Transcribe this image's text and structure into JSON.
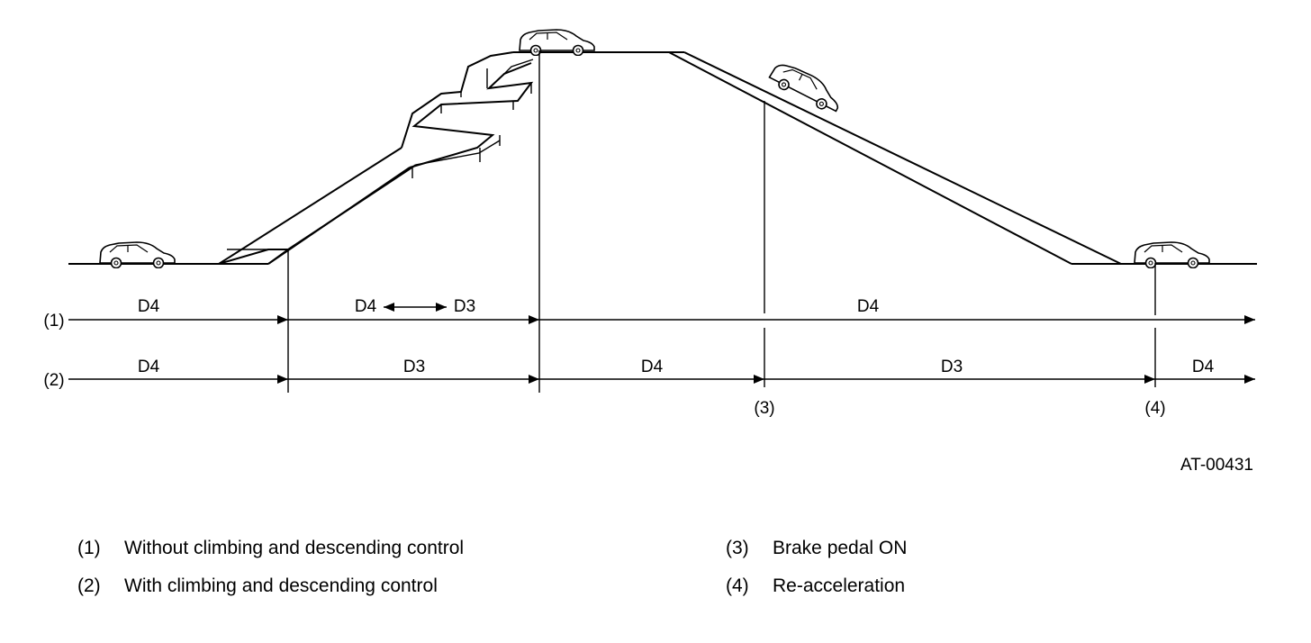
{
  "rows": {
    "row1": {
      "label": "(1)",
      "seg_a": "D4",
      "seg_b_left": "D4",
      "seg_b_right": "D3",
      "seg_c": "D4"
    },
    "row2": {
      "label": "(2)",
      "seg_a": "D4",
      "seg_b": "D3",
      "seg_c": "D4",
      "seg_d": "D3",
      "seg_e": "D4"
    }
  },
  "markers": {
    "m3": "(3)",
    "m4": "(4)"
  },
  "figure_id": "AT-00431",
  "legend": [
    {
      "num": "(1)",
      "text": "Without climbing and descending control"
    },
    {
      "num": "(2)",
      "text": "With climbing and descending control"
    },
    {
      "num": "(3)",
      "text": "Brake pedal ON"
    },
    {
      "num": "(4)",
      "text": "Re-acceleration"
    }
  ]
}
